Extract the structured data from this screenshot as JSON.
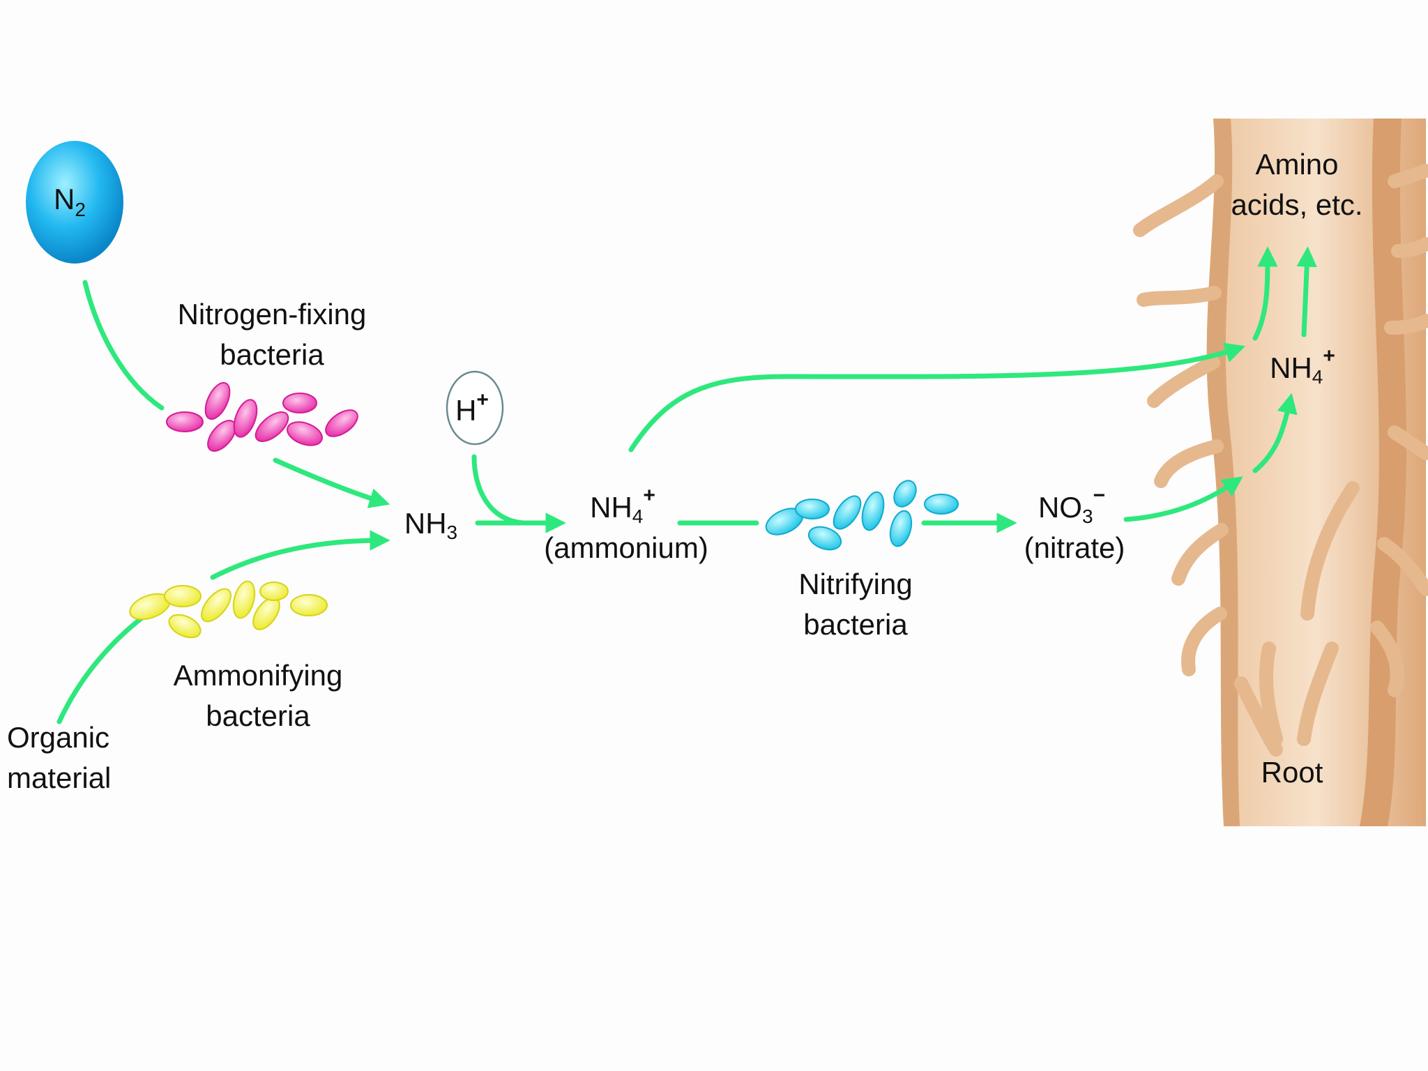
{
  "labels": {
    "n2": "N",
    "n2_sub": "2",
    "nitrogen_fixing_line1": "Nitrogen-fixing",
    "nitrogen_fixing_line2": "bacteria",
    "ammonifying_line1": "Ammonifying",
    "ammonifying_line2": "bacteria",
    "organic_line1": "Organic",
    "organic_line2": "material",
    "nh3": "NH",
    "nh3_sub": "3",
    "h_plus": "H",
    "h_plus_sup": "+",
    "nh4": "NH",
    "nh4_sub": "4",
    "nh4_sup": "+",
    "ammonium": "(ammonium)",
    "nitrifying_line1": "Nitrifying",
    "nitrifying_line2": "bacteria",
    "no3": "NO",
    "no3_sub": "3",
    "no3_sup": "−",
    "nitrate": "(nitrate)",
    "root_nh4": "NH",
    "root_nh4_sub": "4",
    "root_nh4_sup": "+",
    "amino_line1": "Amino",
    "amino_line2": "acids, etc.",
    "root": "Root"
  },
  "colors": {
    "arrow": "#2ee87d",
    "n2_fill": "#22b8f0",
    "nitrogen_fixing_bacteria": "#f23fb4",
    "ammonifying_bacteria": "#f6f34a",
    "nitrifying_bacteria": "#2bd3ee",
    "root": "#d89a63"
  }
}
